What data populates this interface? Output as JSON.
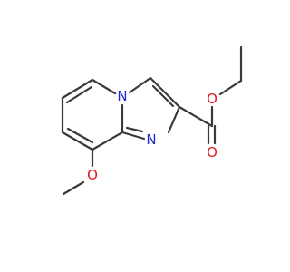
{
  "molecule": {
    "atoms": {
      "n_bridge": "N",
      "n_imidazole": "N",
      "o_methoxy": "O",
      "o_carbonyl": "O",
      "o_ester": "O"
    },
    "colors": {
      "bond": "#3a3a3a",
      "nitrogen": "#1f2bd0",
      "oxygen": "#e0191b",
      "background": "#ffffff"
    }
  }
}
